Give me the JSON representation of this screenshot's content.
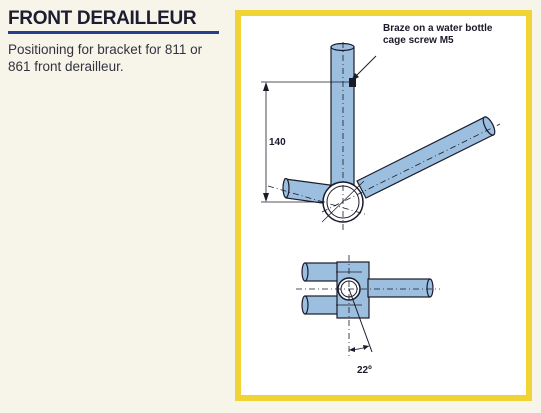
{
  "title": "FRONT DERAILLEUR",
  "description": "Positioning for bracket for 811 or 861 front derailleur.",
  "diagram": {
    "braze_label_line1": "Braze on a water bottle",
    "braze_label_line2": "cage screw M5",
    "dimension_value": "140",
    "angle_value": "22º"
  },
  "colors": {
    "frame_border": "#f0d335",
    "tube_fill": "#9cbfe0",
    "ink": "#1a1a2a",
    "title_rule": "#263e8e"
  }
}
